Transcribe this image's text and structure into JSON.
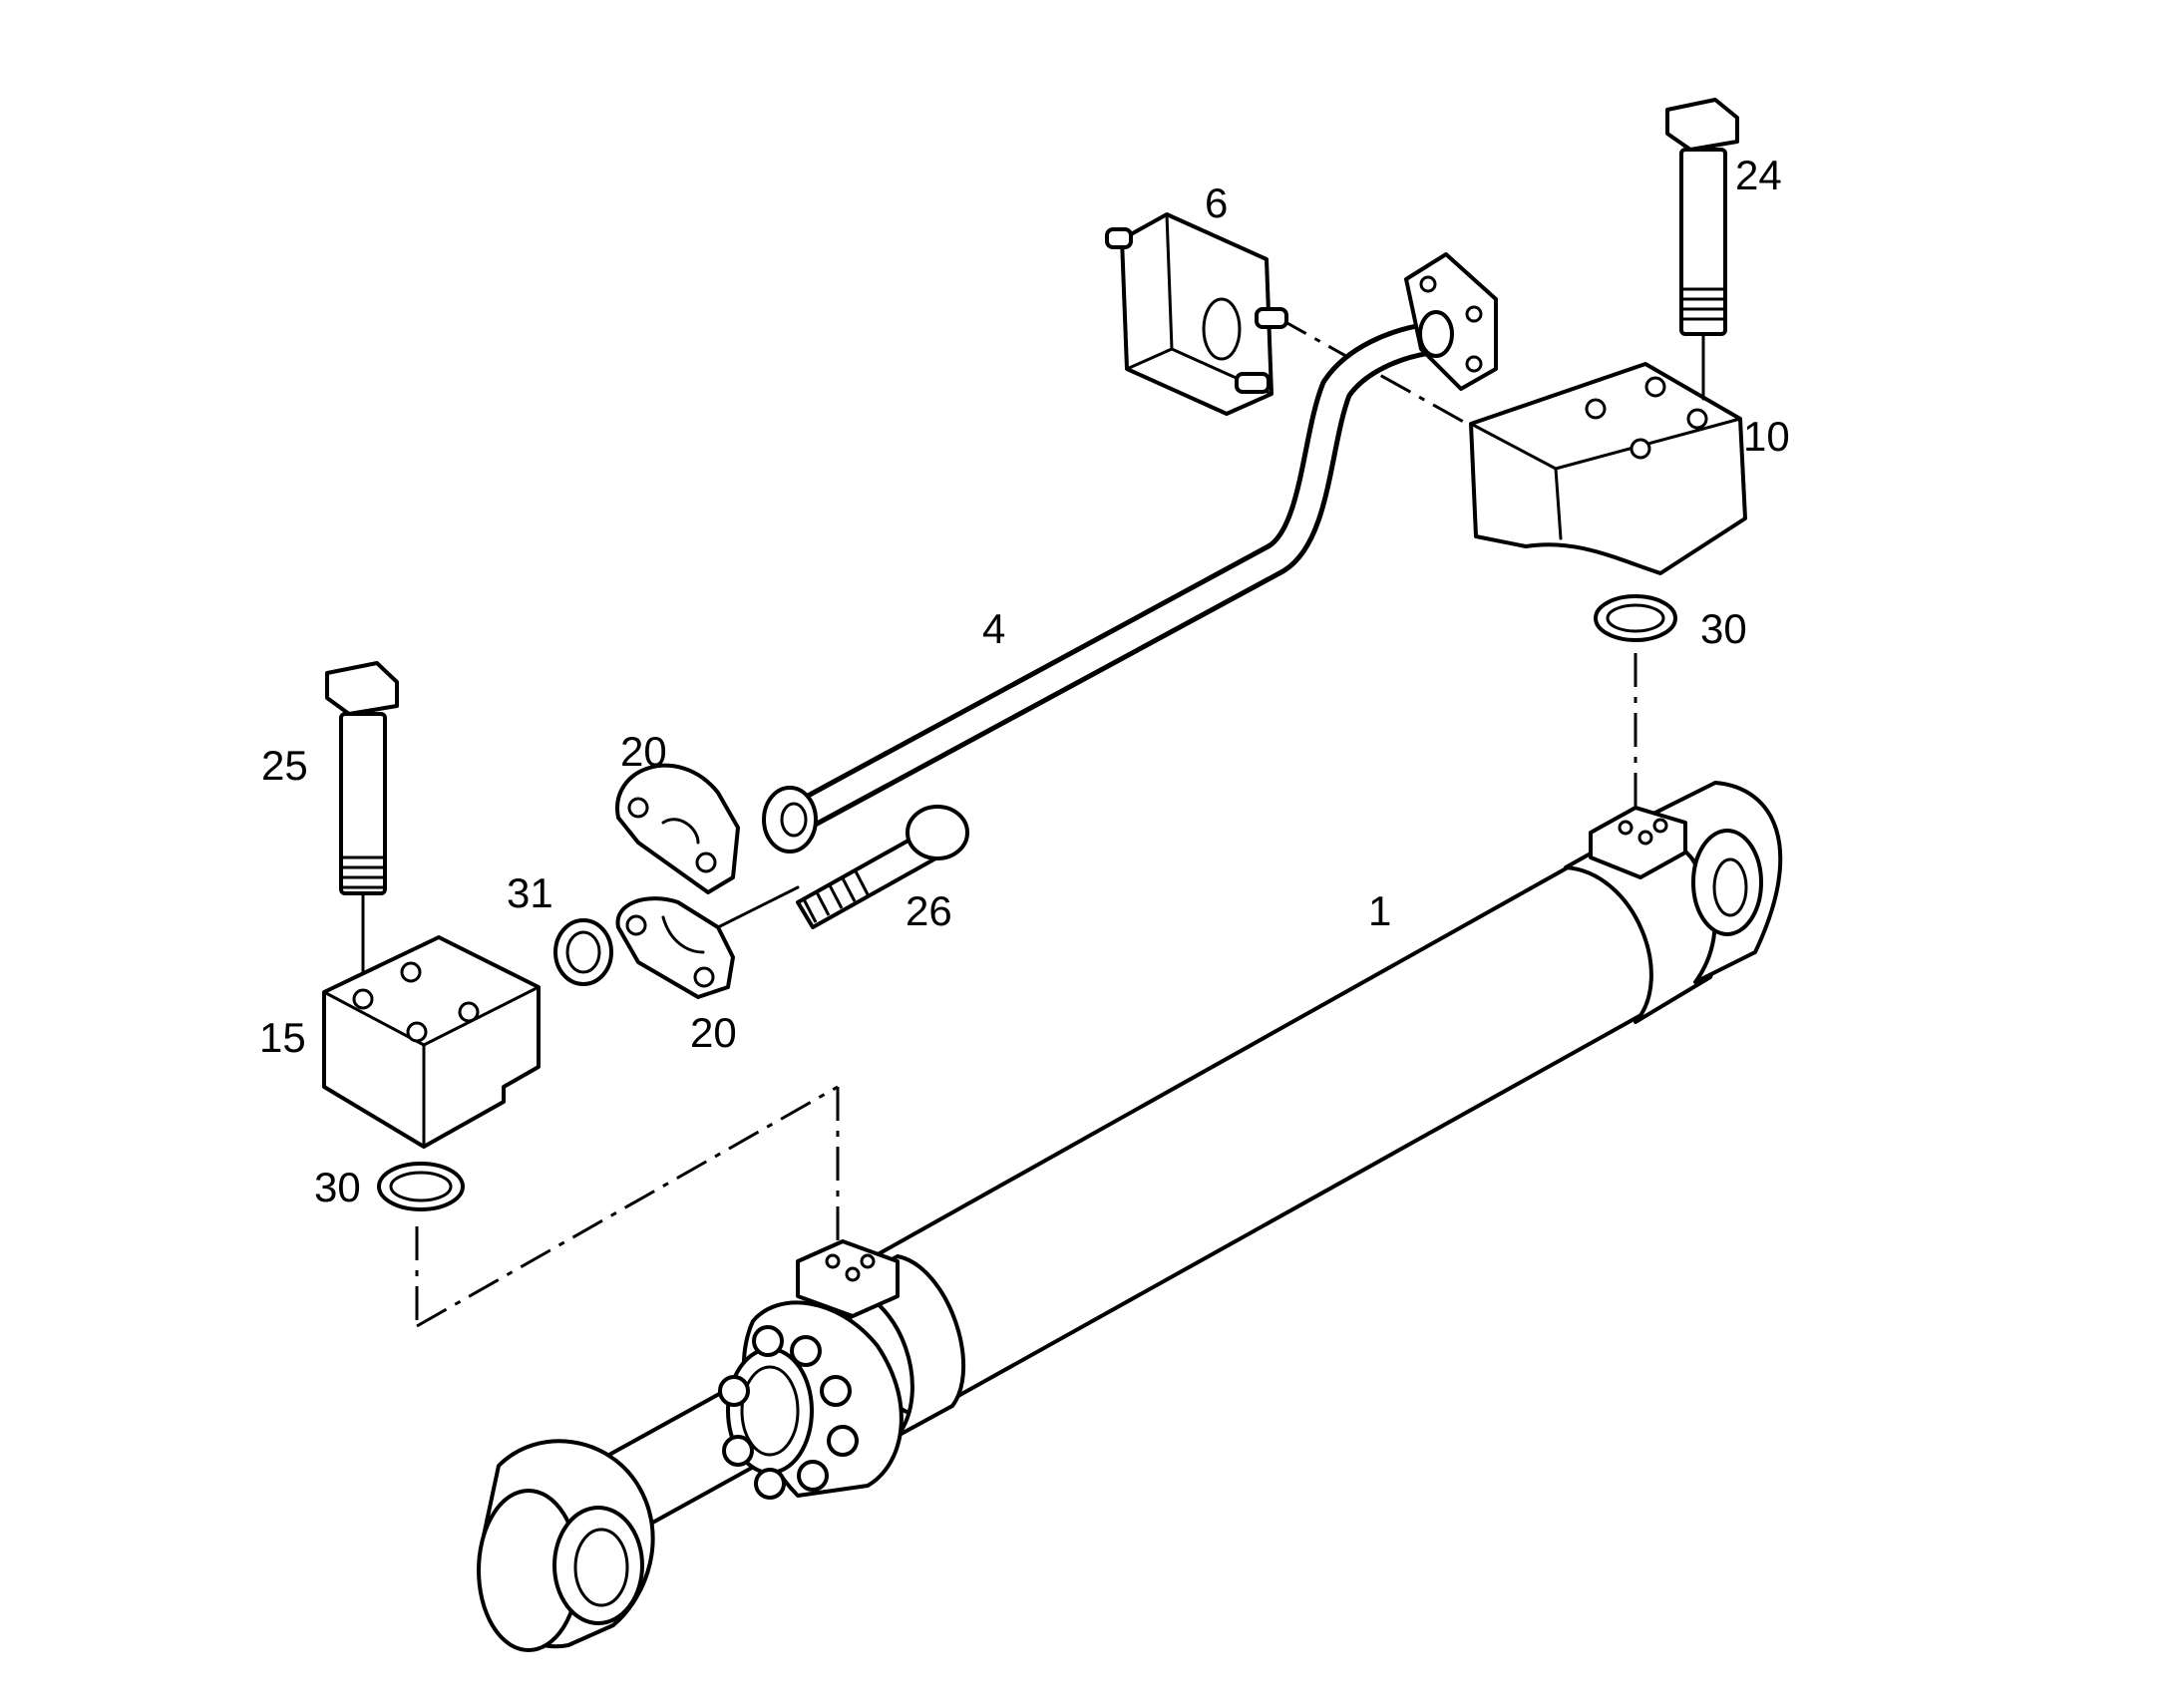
{
  "diagram": {
    "callouts": {
      "c1": "1",
      "c4": "4",
      "c6": "6",
      "c10": "10",
      "c15": "15",
      "c20a": "20",
      "c20b": "20",
      "c24": "24",
      "c25": "25",
      "c26": "26",
      "c30a": "30",
      "c30b": "30",
      "c31": "31"
    }
  }
}
